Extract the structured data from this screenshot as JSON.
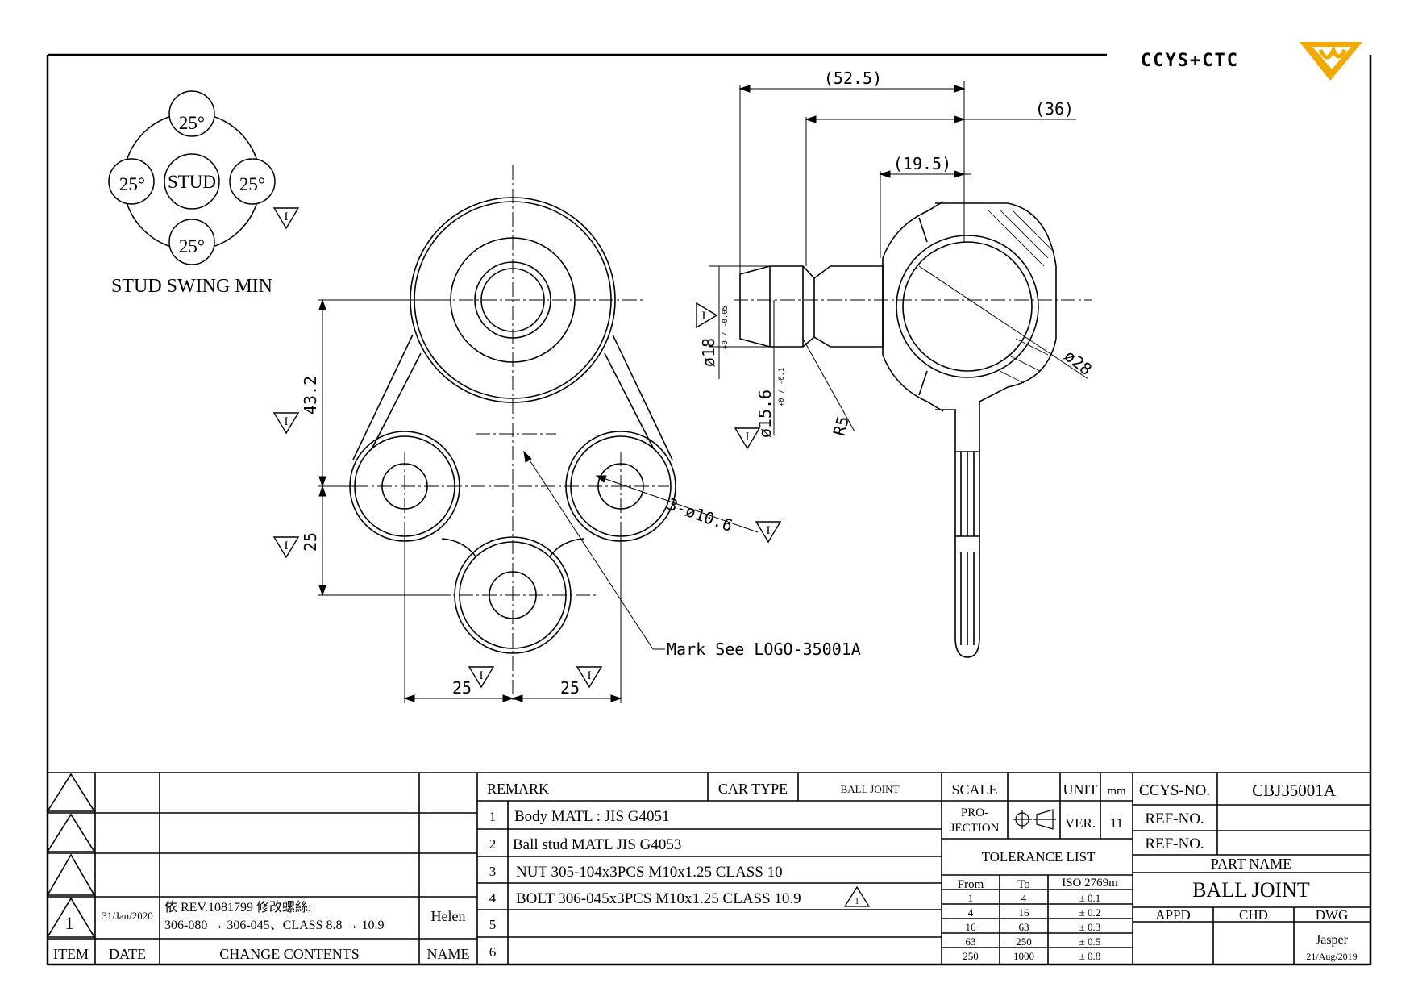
{
  "logo": {
    "text": "CCYS+CTC",
    "accent_color": "#f2a900"
  },
  "stud_swing": {
    "center_label": "STUD",
    "angles": [
      "25°",
      "25°",
      "25°",
      "25°"
    ],
    "caption": "STUD SWING MIN"
  },
  "front_view": {
    "dim_vertical_top": "43.2",
    "dim_vertical_bottom": "25",
    "dim_horizontal_left": "25",
    "dim_horizontal_right": "25",
    "hole_callout": "3-ø10.6",
    "mark_note": "Mark See LOGO-35001A"
  },
  "side_view": {
    "dim_overall": "(52.5)",
    "dim_mid": "(36)",
    "dim_short": "(19.5)",
    "dia_stud": "ø18",
    "dia_stud_tol": "+0 / -0.05",
    "dia_neck": "ø15.6",
    "dia_neck_tol": "+0 / -0.1",
    "radius": "R5",
    "dia_ball": "ø28"
  },
  "finish_symbol": "I",
  "title_block": {
    "revision": {
      "headers": [
        "ITEM",
        "DATE",
        "CHANGE CONTENTS",
        "NAME"
      ],
      "item": "1",
      "date": "31/Jan/2020",
      "change_line1": "依 REV.1081799 修改螺絲:",
      "change_line2": "306-080 → 306-045、CLASS 8.8 → 10.9",
      "name": "Helen"
    },
    "remark_label": "REMARK",
    "car_type_label": "CAR TYPE",
    "car_type_value": "BALL JOINT",
    "remarks": [
      {
        "no": "1",
        "text": "Body MATL : JIS G4051"
      },
      {
        "no": "2",
        "text": "Ball stud MATL JIS G4053"
      },
      {
        "no": "3",
        "text": "NUT 305-104x3PCS M10x1.25 CLASS 10"
      },
      {
        "no": "4",
        "text": "BOLT 306-045x3PCS M10x1.25 CLASS 10.9"
      },
      {
        "no": "5",
        "text": ""
      },
      {
        "no": "6",
        "text": ""
      }
    ],
    "rev_marker": "1",
    "scale_label": "SCALE",
    "unit_label": "UNIT",
    "unit_value": "mm",
    "projection_line1": "PRO-",
    "projection_line2": "JECTION",
    "ver_label": "VER.",
    "ver_value": "11",
    "tolerance_title": "TOLERANCE LIST",
    "tolerance_headers": [
      "From",
      "To",
      "ISO 2769m"
    ],
    "tolerance_rows": [
      [
        "1",
        "4",
        "± 0.1"
      ],
      [
        "4",
        "16",
        "± 0.2"
      ],
      [
        "16",
        "63",
        "± 0.3"
      ],
      [
        "63",
        "250",
        "± 0.5"
      ],
      [
        "250",
        "1000",
        "± 0.8"
      ]
    ],
    "ccys_no_label": "CCYS-NO.",
    "ccys_no_value": "CBJ35001A",
    "ref_no_label_1": "REF-NO.",
    "ref_no_label_2": "REF-NO.",
    "part_name_label": "PART NAME",
    "part_name_value": "BALL JOINT",
    "appd_label": "APPD",
    "chd_label": "CHD",
    "dwg_label": "DWG",
    "dwg_name": "Jasper",
    "dwg_date": "21/Aug/2019"
  }
}
